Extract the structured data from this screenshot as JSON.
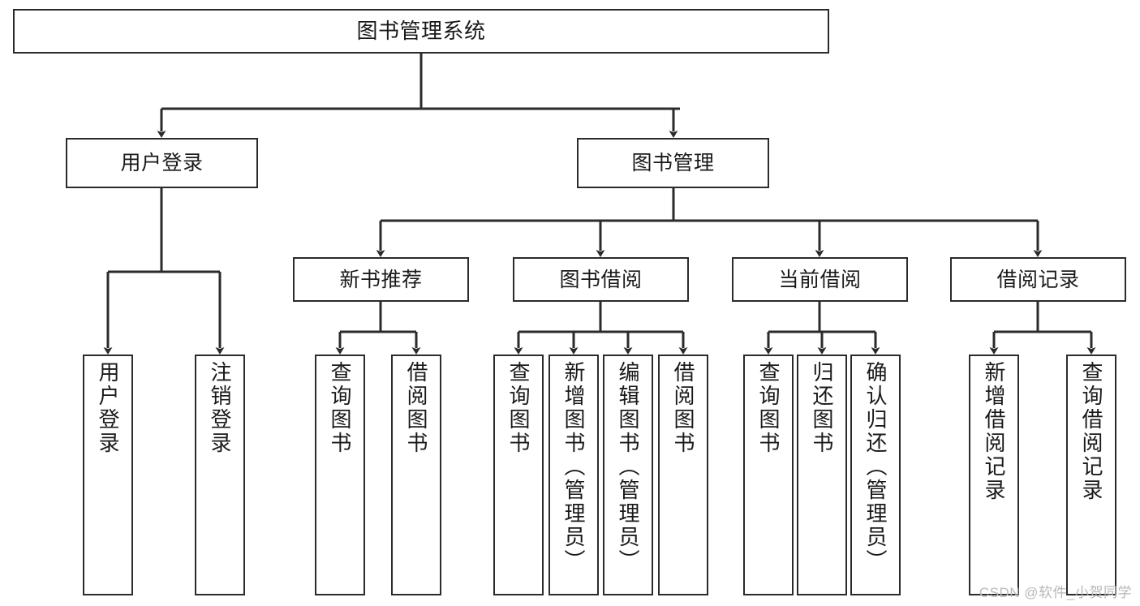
{
  "diagram": {
    "title": "图书管理系统",
    "type": "hierarchy-tree",
    "watermark": "CSDN @软件_小贺同学",
    "colors": {
      "stroke": "#2b2b2b",
      "fill": "#ffffff",
      "text": "#1a1a1a",
      "watermark": "#b8b8b8"
    },
    "nodes": {
      "root": {
        "label": "图书管理系统"
      },
      "level2": [
        {
          "id": "user-login",
          "label": "用户登录"
        },
        {
          "id": "book-manage",
          "label": "图书管理"
        }
      ],
      "level3": [
        {
          "id": "new-book-recommend",
          "label": "新书推荐"
        },
        {
          "id": "book-borrow",
          "label": "图书借阅"
        },
        {
          "id": "current-borrow",
          "label": "当前借阅"
        },
        {
          "id": "borrow-record",
          "label": "借阅记录"
        }
      ],
      "leaves": {
        "user-login": [
          {
            "id": "leaf-user-login",
            "label": "用户登录"
          },
          {
            "id": "leaf-logout-login",
            "label": "注销登录"
          }
        ],
        "new-book-recommend": [
          {
            "id": "leaf-query-book-1",
            "label": "查询图书"
          },
          {
            "id": "leaf-borrow-book-1",
            "label": "借阅图书"
          }
        ],
        "book-borrow": [
          {
            "id": "leaf-query-book-2",
            "label": "查询图书"
          },
          {
            "id": "leaf-add-book",
            "label": "新增图书（管理员）"
          },
          {
            "id": "leaf-edit-book",
            "label": "编辑图书（管理员）"
          },
          {
            "id": "leaf-borrow-book-2",
            "label": "借阅图书"
          }
        ],
        "current-borrow": [
          {
            "id": "leaf-query-book-3",
            "label": "查询图书"
          },
          {
            "id": "leaf-return-book",
            "label": "归还图书"
          },
          {
            "id": "leaf-confirm-return",
            "label": "确认归还（管理员）"
          }
        ],
        "borrow-record": [
          {
            "id": "leaf-add-record",
            "label": "新增借阅记录"
          },
          {
            "id": "leaf-query-record",
            "label": "查询借阅记录"
          }
        ]
      }
    }
  }
}
